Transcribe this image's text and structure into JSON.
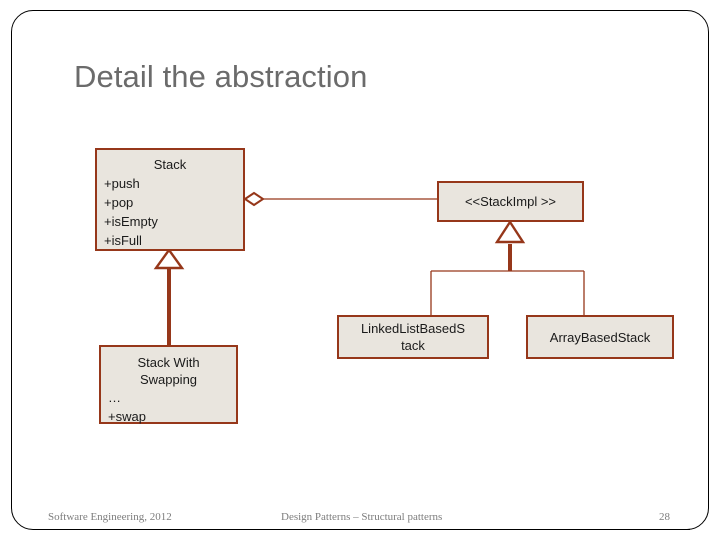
{
  "slide": {
    "title": "Detail the abstraction",
    "page_number": "28",
    "title_color": "#6b6b6b",
    "box_fill_color": "#e9e5de",
    "box_border_color": "#96371a",
    "frame_color": "#000000"
  },
  "diagram": {
    "type": "uml-class-diagram",
    "boxes": {
      "stack": {
        "title": "Stack",
        "members": [
          "+push",
          "+pop",
          "+isEmpty",
          "+isFull"
        ]
      },
      "stack_impl": {
        "title": "<<StackImpl >>"
      },
      "stack_with_swapping": {
        "title": "Stack With\nSwapping",
        "members": [
          "…",
          "+swap"
        ]
      },
      "linked_list_based_stack": {
        "title": "LinkedListBasedS\ntack"
      },
      "array_based_stack": {
        "title": "ArrayBasedStack"
      }
    },
    "relationships": [
      {
        "name": "aggregation-stack-to-stackimpl",
        "kind": "aggregation",
        "from": "stack",
        "to": "stack_impl"
      },
      {
        "name": "generalization-swapping-to-stack",
        "kind": "generalization",
        "from": "stack_with_swapping",
        "to": "stack"
      },
      {
        "name": "generalization-linkedlist-to-stackimpl",
        "kind": "generalization",
        "from": "linked_list_based_stack",
        "to": "stack_impl"
      },
      {
        "name": "generalization-array-to-stackimpl",
        "kind": "generalization",
        "from": "array_based_stack",
        "to": "stack_impl"
      }
    ]
  },
  "footer": {
    "left": "Software Engineering, 2012",
    "center": "Design Patterns – Structural patterns",
    "page": "28"
  }
}
